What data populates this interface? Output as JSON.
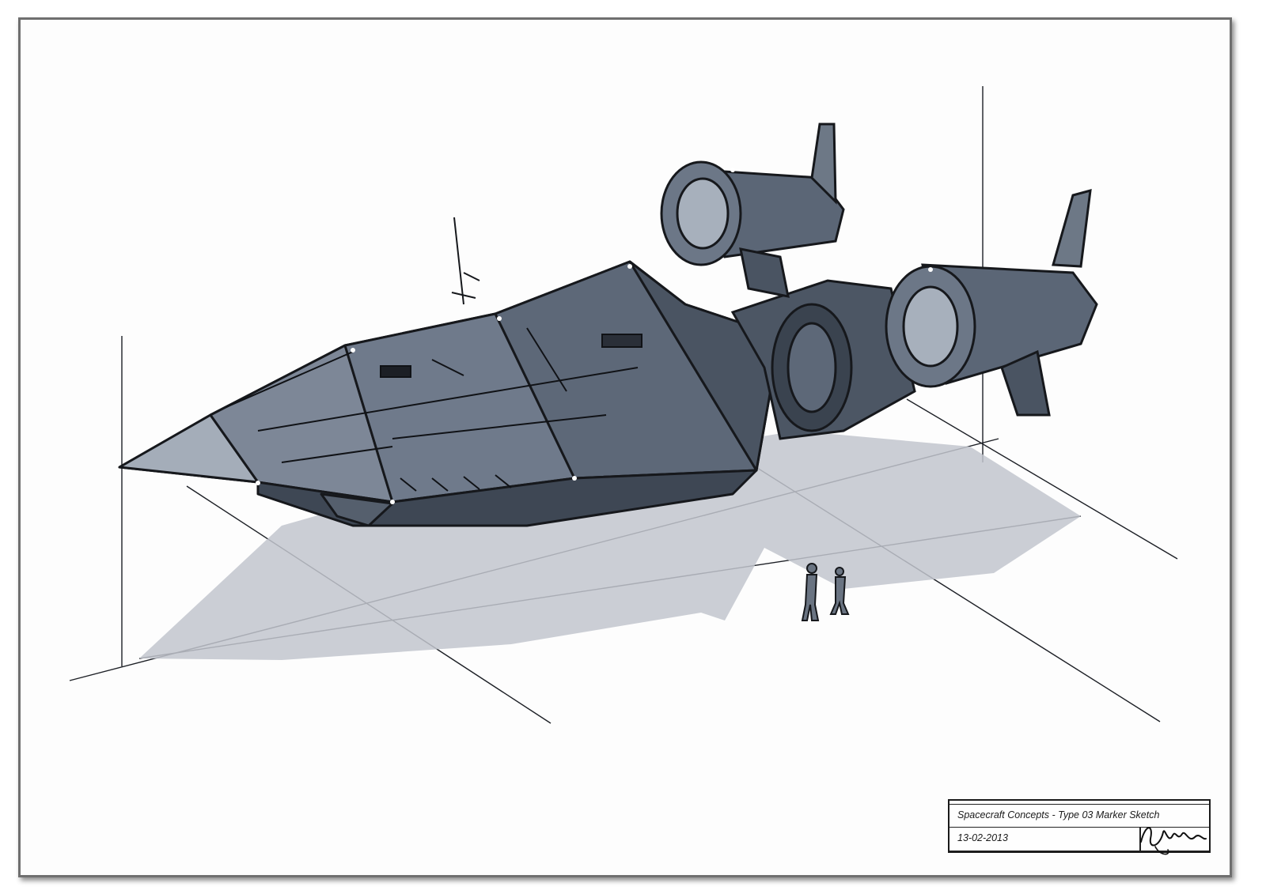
{
  "title_block": {
    "title": "Spacecraft Concepts - Type 03 Marker Sketch",
    "date": "13-02-2013",
    "signature": "Ingvar Muh"
  },
  "colors": {
    "frame": "#6f6f6f",
    "ink": "#1c1f25",
    "marker_dark": "#3f4a5a",
    "marker_mid": "#7a8596",
    "marker_light": "#b6bcc6",
    "shadow": "#c2c6ce"
  }
}
